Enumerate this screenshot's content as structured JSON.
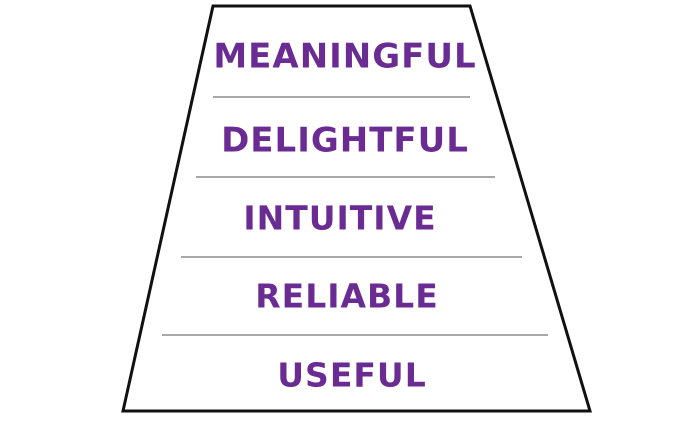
{
  "pyramid": {
    "levels": [
      {
        "label": "MEANINGFUL"
      },
      {
        "label": "DELIGHTFUL"
      },
      {
        "label": "INTUITIVE"
      },
      {
        "label": "RELIABLE"
      },
      {
        "label": "USEFUL"
      }
    ],
    "label_color": "#6a2b93",
    "outline_color": "#111111",
    "divider_color": "#8a8a8a"
  }
}
